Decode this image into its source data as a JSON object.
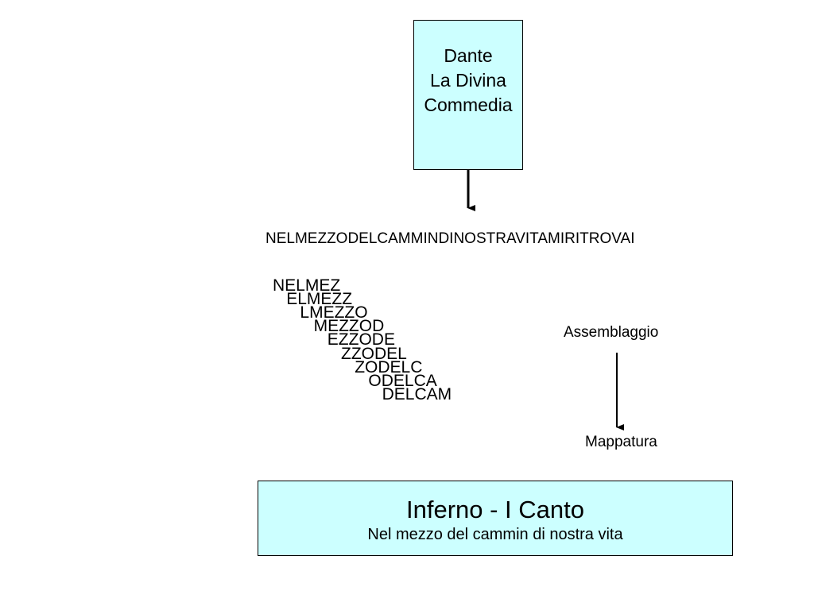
{
  "source": {
    "lines": [
      "Dante",
      "La Divina",
      "Commedia"
    ]
  },
  "sequence": "NELMEZZODELCAMMINDINOSTRAVITAMIRITROVAI",
  "fragments": [
    "NELMEZ",
    "ELMEZZ",
    "LMEZZO",
    "MEZZOD",
    "EZZODE",
    "ZZODEL",
    "ZODELC",
    "ODELCA",
    "DELCAM"
  ],
  "steps": {
    "assembly": "Assemblaggio",
    "mapping": "Mappatura"
  },
  "result": {
    "title": "Inferno - I Canto",
    "subtitle": "Nel mezzo del cammin di nostra vita"
  }
}
